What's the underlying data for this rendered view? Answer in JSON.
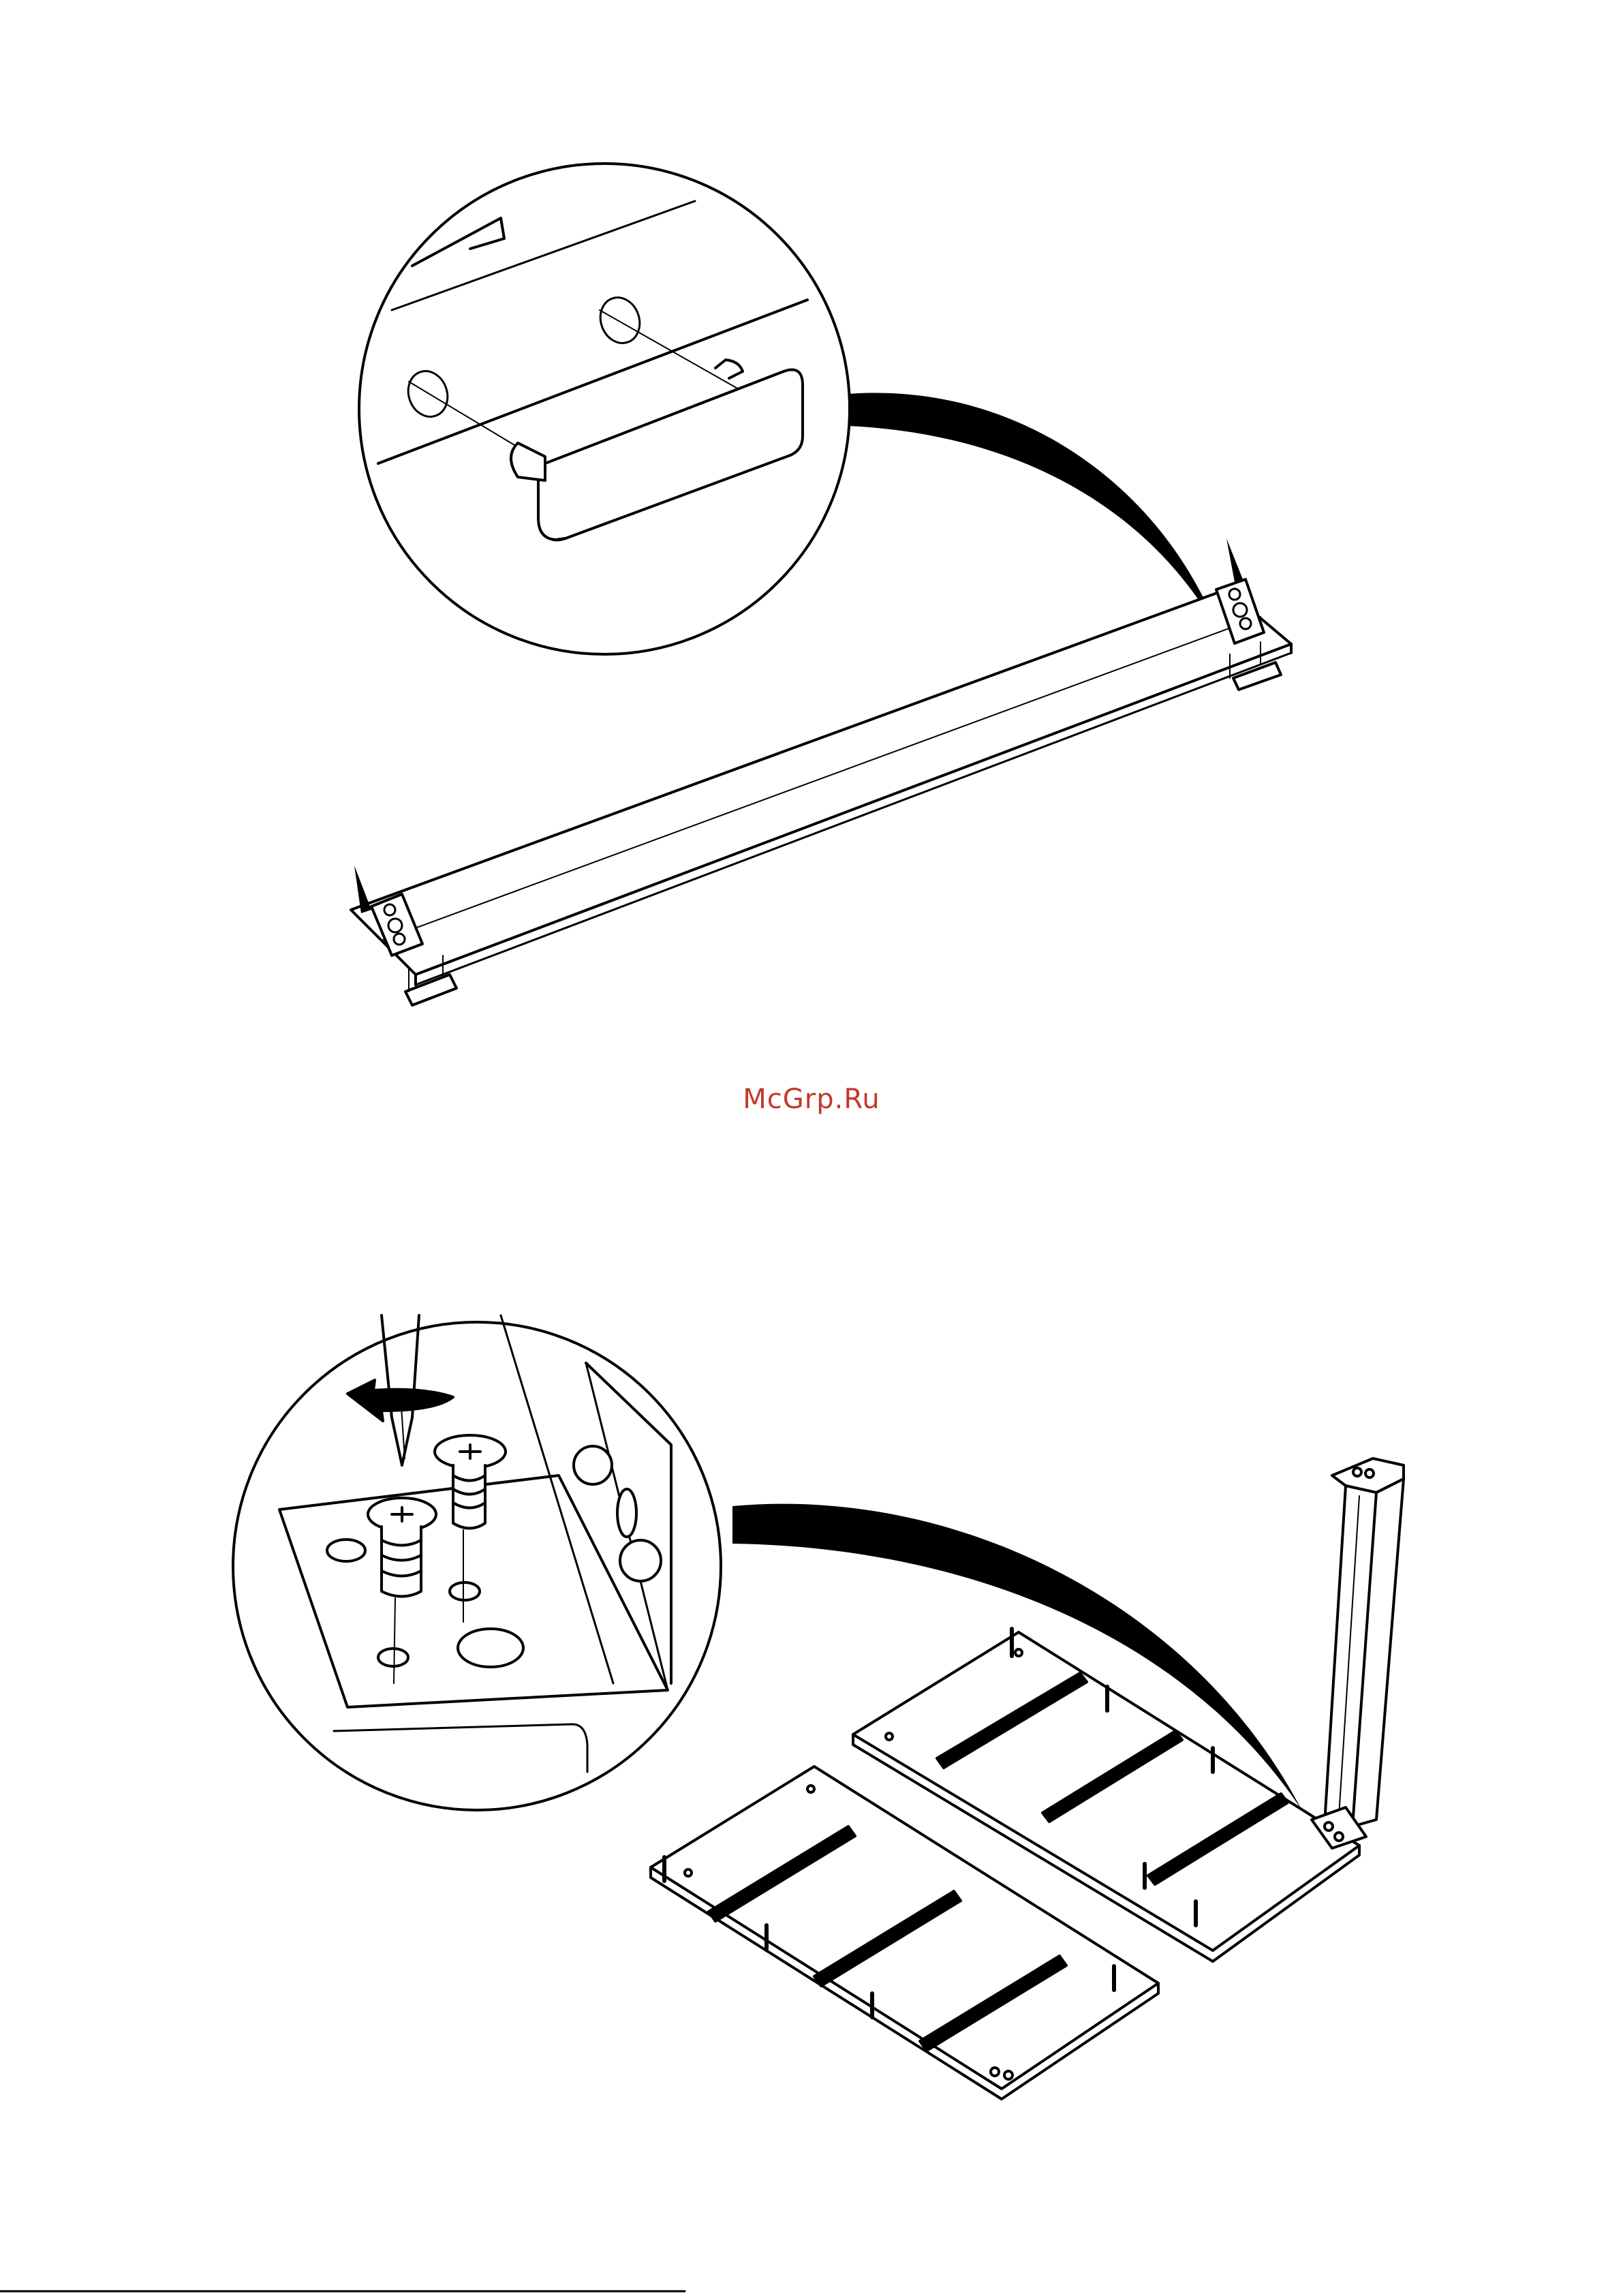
{
  "watermark": {
    "text": "McGrp.Ru",
    "color": "#c0392b"
  },
  "colors": {
    "ink": "#000000",
    "paper": "#ffffff"
  },
  "figures": [
    {
      "name": "rail-with-end-caps",
      "icons": [
        "circular-magnifier",
        "end-cap",
        "rail"
      ]
    },
    {
      "name": "panels-with-rails-and-post",
      "icons": [
        "circular-magnifier",
        "screwdriver",
        "rotation-arrow",
        "screw",
        "panel",
        "post"
      ]
    }
  ]
}
